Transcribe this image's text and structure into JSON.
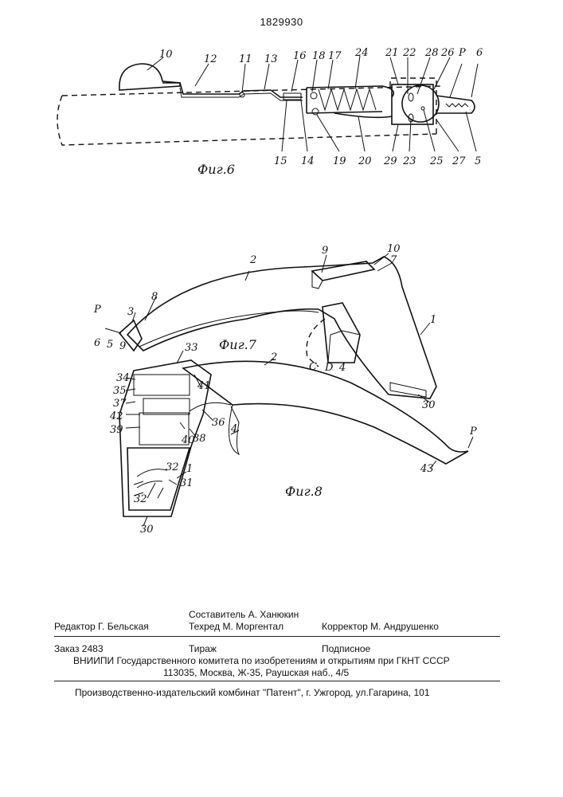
{
  "header": {
    "patent_number": "1829930"
  },
  "figures": {
    "fig6": {
      "caption": "Фиг.6",
      "labels": [
        "10",
        "12",
        "11",
        "13",
        "16",
        "18",
        "17",
        "24",
        "21",
        "22",
        "28",
        "26",
        "P",
        "6",
        "15",
        "14",
        "19",
        "20",
        "29",
        "23",
        "25",
        "27",
        "5"
      ]
    },
    "fig7": {
      "caption": "Фиг.7",
      "labels": [
        "2",
        "9",
        "10",
        "7",
        "8",
        "3",
        "P",
        "6",
        "5",
        "9",
        "C",
        "D",
        "4",
        "1",
        "30"
      ]
    },
    "fig8": {
      "caption": "Фиг.8",
      "labels": [
        "33",
        "2",
        "34",
        "35",
        "37",
        "42",
        "39",
        "41",
        "36",
        "38",
        "40",
        "4",
        "1",
        "31",
        "32",
        "32",
        "30",
        "43",
        "P"
      ]
    }
  },
  "imprint": {
    "editor": "Редактор  Г. Бельская",
    "compiler": "Составитель  А. Ханюкин",
    "techred": "Техред  М. Моргентал",
    "corrector": "Корректор  М. Андрушенко",
    "order": "Заказ  2483",
    "circulation": "Тираж",
    "subscription": "Подписное",
    "institute": "ВНИИПИ Государственного комитета по изобретениям и открытиям при ГКНТ СССР",
    "address": "113035, Москва, Ж-35, Раушская наб., 4/5",
    "publisher": "Производственно-издательский комбинат \"Патент\", г. Ужгород, ул.Гагарина, 101"
  }
}
